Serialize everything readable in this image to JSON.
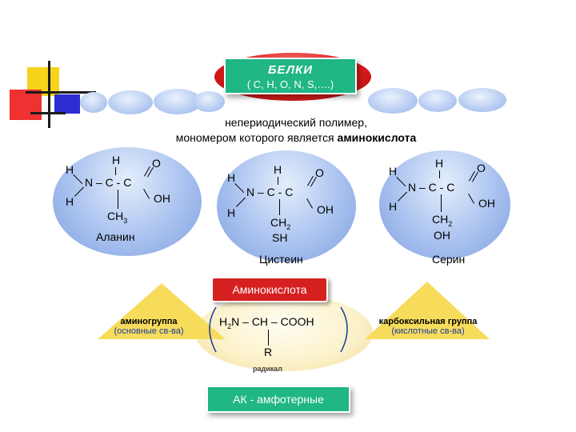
{
  "title": {
    "main": "БЕЛКИ",
    "sub": "( C, H, O, N, S,….)"
  },
  "intro": {
    "line1": "непериодический полимер,",
    "line2_prefix": "мономером которого является ",
    "line2_bold": "аминокислота"
  },
  "molecules": [
    {
      "name": "Аланин",
      "side_chain": [
        "CH",
        "3"
      ],
      "side_chain2": ""
    },
    {
      "name": "Цистеин",
      "side_chain": [
        "CH",
        "2"
      ],
      "side_chain2": "SH"
    },
    {
      "name": "Серин",
      "side_chain": [
        "CH",
        "2"
      ],
      "side_chain2": "OH"
    }
  ],
  "atoms": {
    "H": "H",
    "O": "O",
    "OH": "OH",
    "backbone": "N – C - C"
  },
  "center_label": "Аминокислота",
  "general_formula": {
    "amino": "H",
    "amino_sub": "2",
    "rest": "N – CH – COOH",
    "R": "R",
    "radical": "радикал"
  },
  "left_group": {
    "title": "аминогруппа",
    "desc": "(основные св-ва)"
  },
  "right_group": {
    "title": "карбоксильная группа",
    "desc": "(кислотные св-ва)"
  },
  "footer": "АК - амфотерные",
  "colors": {
    "green": "#20b686",
    "red": "#d62020",
    "bubble": "#a9c2ef",
    "label_blue": "#1a3aa0"
  }
}
